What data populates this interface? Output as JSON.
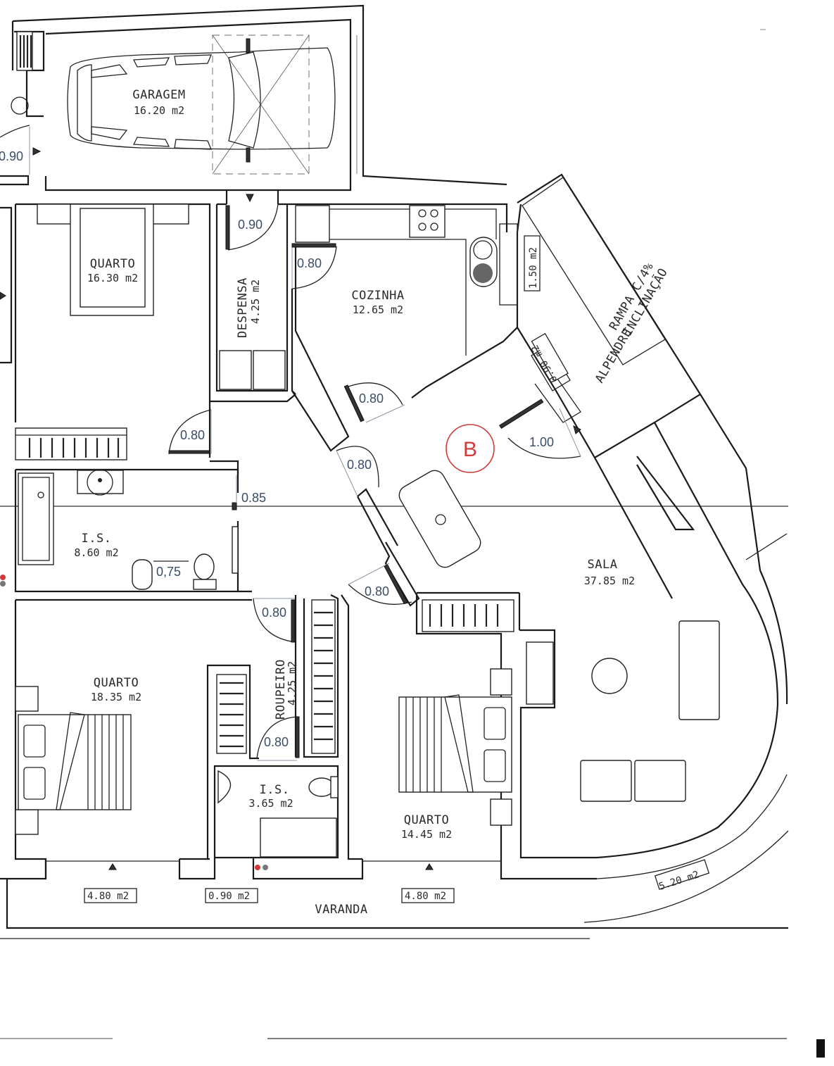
{
  "plan": {
    "rooms": [
      {
        "id": "garagem",
        "name": "GARAGEM",
        "area": "16.20 m2"
      },
      {
        "id": "quarto-1",
        "name": "QUARTO",
        "area": "16.30 m2"
      },
      {
        "id": "despensa",
        "name": "DESPENSA",
        "area": "4.25 m2"
      },
      {
        "id": "cozinha",
        "name": "COZINHA",
        "area": "12.65 m2"
      },
      {
        "id": "alpendre",
        "name": "ALPENDRE",
        "area": ""
      },
      {
        "id": "rampa",
        "name": "RAMPA C/4%",
        "area": "INCLINAÇÃO"
      },
      {
        "id": "is-1",
        "name": "I.S.",
        "area": "8.60 m2"
      },
      {
        "id": "sala",
        "name": "SALA",
        "area": "37.85 m2"
      },
      {
        "id": "quarto-2",
        "name": "QUARTO",
        "area": "18.35 m2"
      },
      {
        "id": "roupeiro",
        "name": "ROUPEIRO",
        "area": "4.25 m2"
      },
      {
        "id": "is-2",
        "name": "I.S.",
        "area": "3.65 m2"
      },
      {
        "id": "quarto-3",
        "name": "QUARTO",
        "area": "14.45 m2"
      },
      {
        "id": "varanda",
        "name": "VARANDA",
        "area": ""
      }
    ],
    "doors": [
      {
        "id": "door-garage-left",
        "width": "0.90"
      },
      {
        "id": "door-garage-hall",
        "width": "0.90"
      },
      {
        "id": "door-cozinha-top",
        "width": "0.80"
      },
      {
        "id": "door-cozinha-bottom",
        "width": "0.80"
      },
      {
        "id": "door-hall-quarto1",
        "width": "0.80"
      },
      {
        "id": "door-hall-diag",
        "width": "0.80"
      },
      {
        "id": "door-entrance",
        "width": "1.00"
      },
      {
        "id": "door-is1",
        "width": "0.85"
      },
      {
        "id": "door-is1-inner",
        "width": "0,75"
      },
      {
        "id": "door-quarto2",
        "width": "0.80"
      },
      {
        "id": "door-quarto3",
        "width": "0.80"
      },
      {
        "id": "door-is2",
        "width": "0.80"
      }
    ],
    "windows": [
      {
        "id": "win-cozinha",
        "area": "1.50 m2"
      },
      {
        "id": "win-alpendre",
        "area": "0.90 m2"
      },
      {
        "id": "win-quarto2",
        "area": "4.80 m2"
      },
      {
        "id": "win-is2",
        "area": "0.90 m2"
      },
      {
        "id": "win-quarto3",
        "area": "4.80 m2"
      },
      {
        "id": "win-sala",
        "area": "5.20 m2"
      }
    ],
    "section_marker": {
      "label": "B",
      "color": "#d23a3a"
    }
  }
}
